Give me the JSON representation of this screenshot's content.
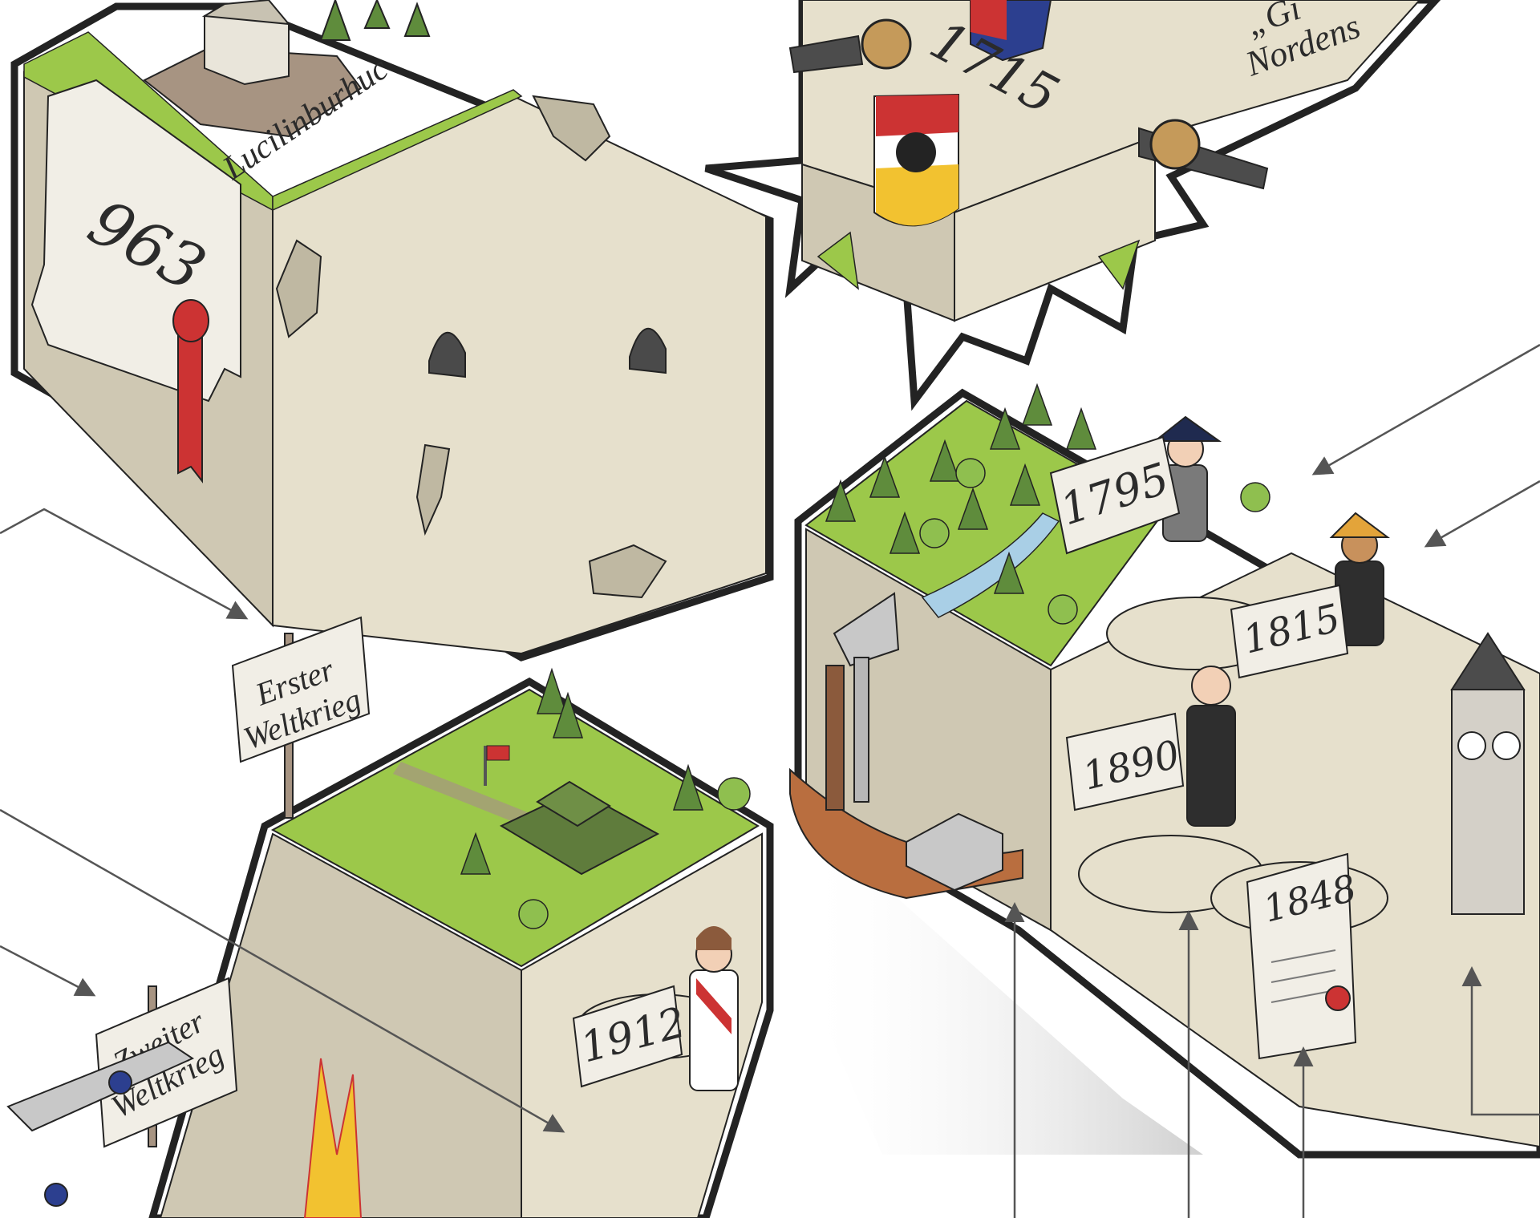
{
  "colors": {
    "outline": "#232323",
    "wall_light": "#e6e0cc",
    "wall_side": "#cfc8b3",
    "wall_dark": "#b9b19b",
    "grass": "#9cc84a",
    "grass_dark": "#7fae35",
    "paper": "#f1eee6",
    "ribbon": "#cc3333",
    "arrow": "#555555",
    "tree": "#5f8c3c",
    "tree_light": "#8fbf4f",
    "river": "#a9cfe6"
  },
  "blocks": {
    "castle": {
      "place_name": "Lucilinburhuc",
      "year": "963"
    },
    "fortress": {
      "year": "1715",
      "banner_text_line1": "„Gi",
      "banner_text_line2": "Nordens"
    },
    "history": {
      "year_1795": "1795",
      "year_1815": "1815",
      "year_1890": "1890",
      "year_1848": "1848"
    },
    "wars": {
      "sign_ww1_line1": "Erster",
      "sign_ww1_line2": "Weltkrieg",
      "sign_ww2_line1": "Zweiter",
      "sign_ww2_line2": "Weltkrieg",
      "year_1912": "1912"
    }
  }
}
